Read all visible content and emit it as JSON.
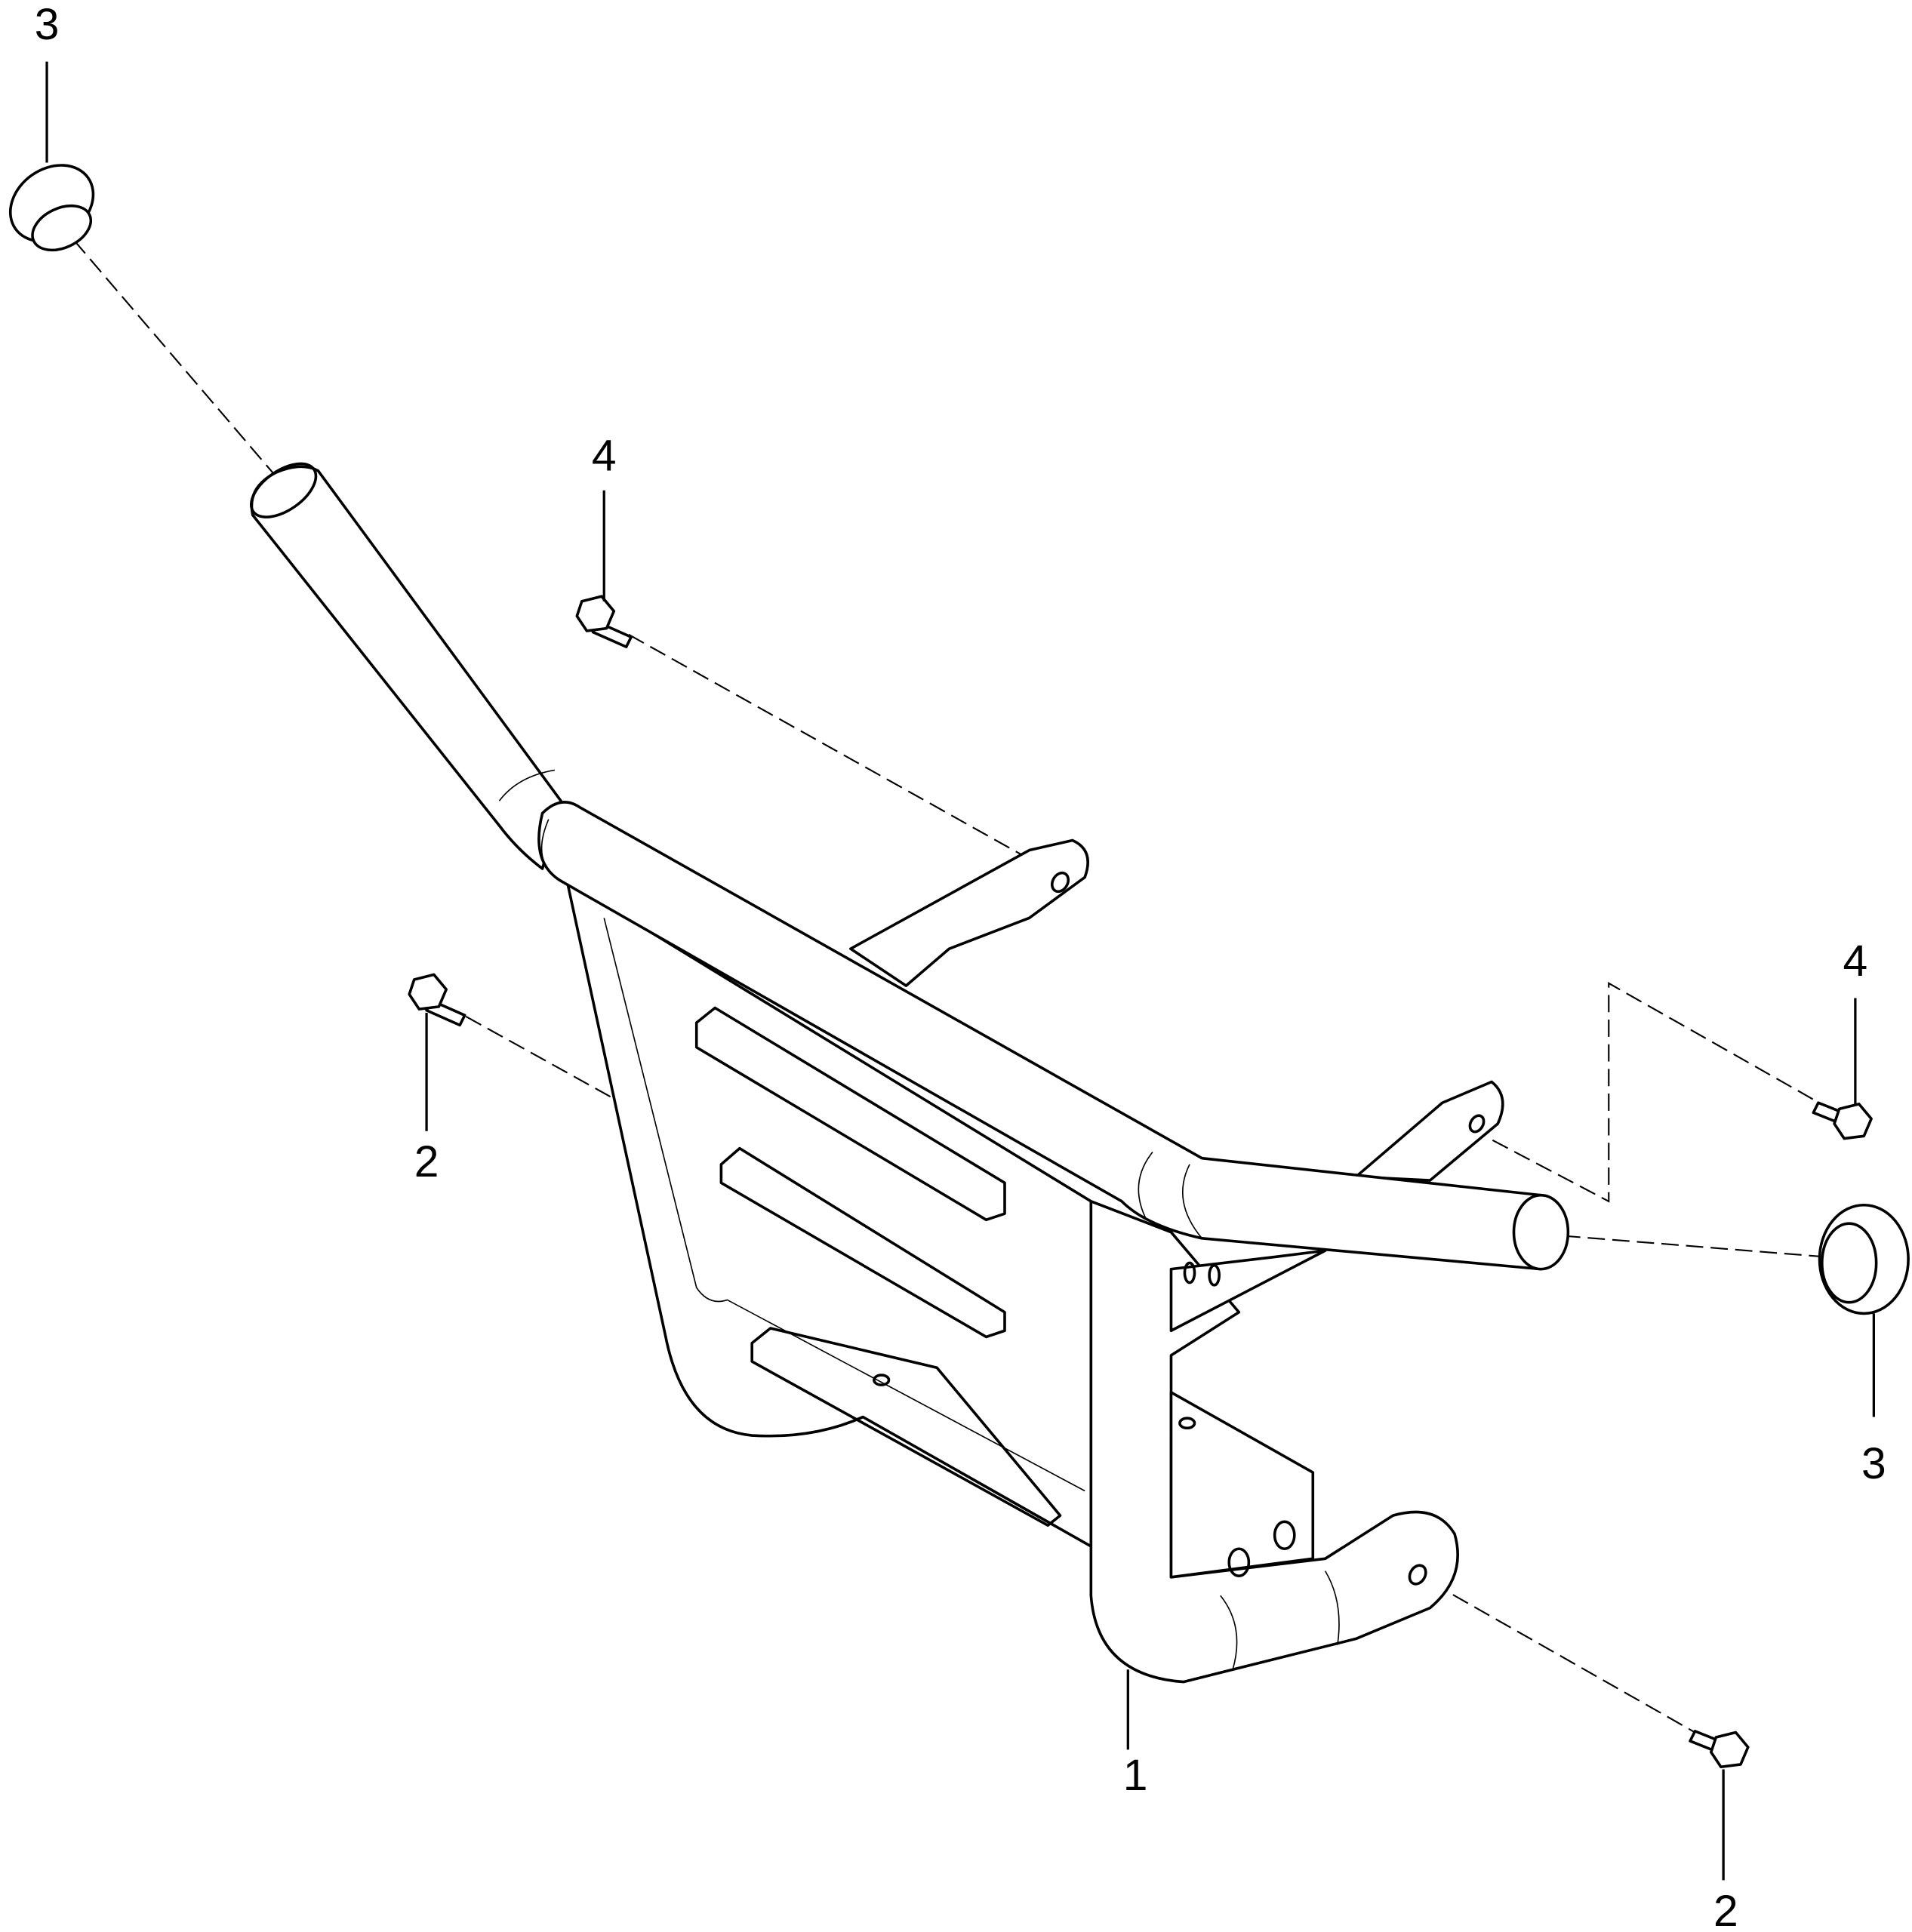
{
  "diagram": {
    "callouts": [
      {
        "id": "callout-3-top",
        "text": "3"
      },
      {
        "id": "callout-4-top",
        "text": "4"
      },
      {
        "id": "callout-2-left",
        "text": "2"
      },
      {
        "id": "callout-4-right",
        "text": "4"
      },
      {
        "id": "callout-3-right",
        "text": "3"
      },
      {
        "id": "callout-1",
        "text": "1"
      },
      {
        "id": "callout-2-bottom",
        "text": "2"
      }
    ]
  }
}
